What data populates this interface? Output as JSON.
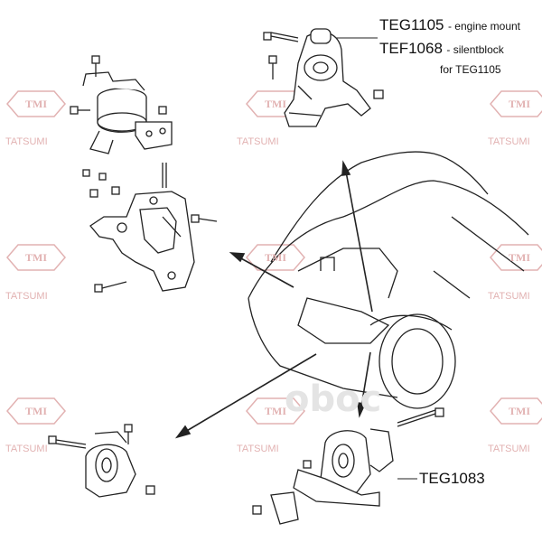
{
  "parts": {
    "teg1105": {
      "code": "TEG1105",
      "desc": "- engine mount"
    },
    "tef1068": {
      "code": "TEF1068",
      "desc": "- silentblock"
    },
    "tef1068_for": {
      "desc": "for TEG1105"
    },
    "teg1083": {
      "code": "TEG1083"
    }
  },
  "watermark": {
    "logo": "TMI",
    "brand": "TATSUMI",
    "color": "#d9a3a3"
  },
  "overlay_mark": "oboc",
  "colors": {
    "ink": "#111111",
    "watermark": "#d9a3a3"
  }
}
